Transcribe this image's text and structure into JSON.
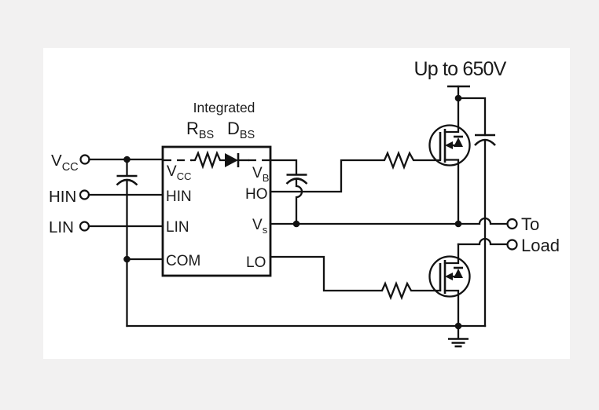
{
  "schematic": {
    "supply_label": "Up to 650V",
    "integrated": {
      "title": "Integrated",
      "r_main": "R",
      "r_sub": "BS",
      "d_main": "D",
      "d_sub": "BS"
    },
    "inputs": {
      "vcc_main": "V",
      "vcc_sub": "CC",
      "hin": "HIN",
      "lin": "LIN"
    },
    "ic_pins": {
      "vcc_main": "V",
      "vcc_sub": "CC",
      "hin": "HIN",
      "lin": "LIN",
      "com": "COM",
      "vb_main": "V",
      "vb_sub": "B",
      "ho": "HO",
      "vs_main": "V",
      "vs_sub": "s",
      "lo": "LO"
    },
    "output": {
      "to": "To",
      "load": "Load"
    },
    "colors": {
      "line": "#121212",
      "canvas": "#ffffff",
      "page_background": "#f2f1f1"
    }
  }
}
